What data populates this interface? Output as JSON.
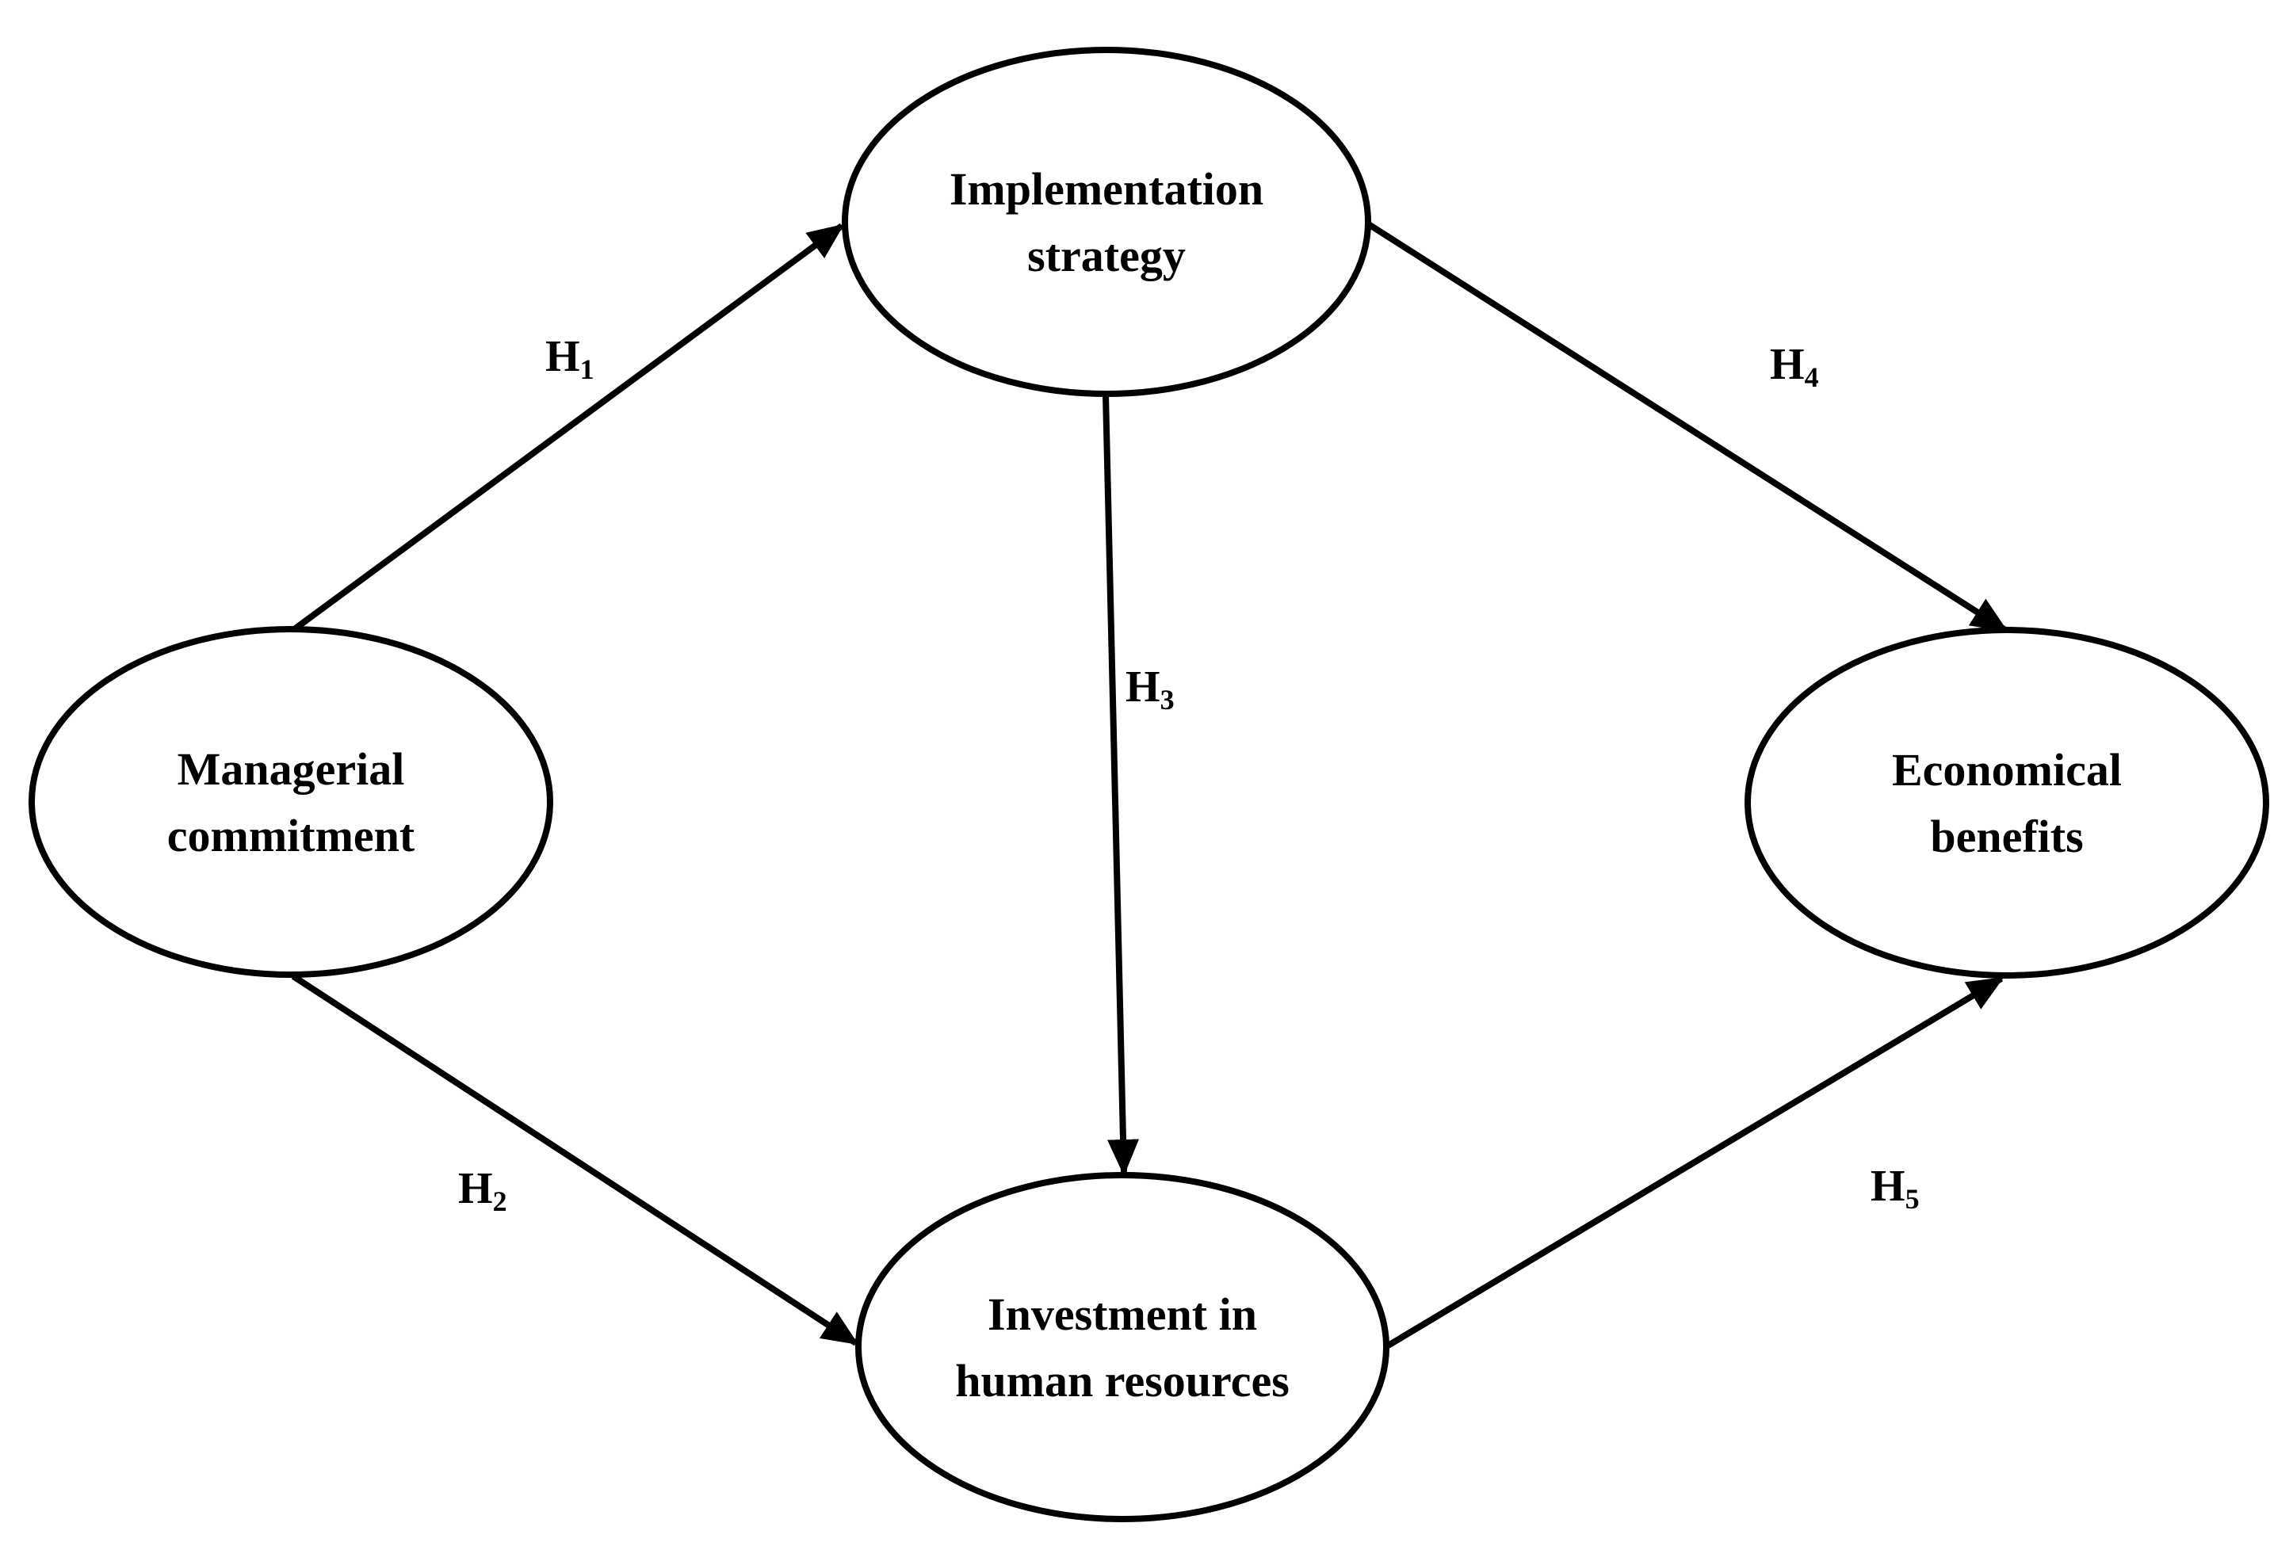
{
  "nodes": {
    "implementation_strategy": {
      "line1": "Implementation",
      "line2": "strategy"
    },
    "managerial_commitment": {
      "line1": "Managerial",
      "line2": "commitment"
    },
    "economical_benefits": {
      "line1": "Economical",
      "line2": "benefits"
    },
    "investment_human_resources": {
      "line1": "Investment in",
      "line2": "human resources"
    }
  },
  "hypotheses": {
    "h1": {
      "letter": "H",
      "sub": "1"
    },
    "h2": {
      "letter": "H",
      "sub": "2"
    },
    "h3": {
      "letter": "H",
      "sub": "3"
    },
    "h4": {
      "letter": "H",
      "sub": "4"
    },
    "h5": {
      "letter": "H",
      "sub": "5"
    }
  },
  "colors": {
    "stroke": "#000000",
    "background": "#ffffff"
  }
}
